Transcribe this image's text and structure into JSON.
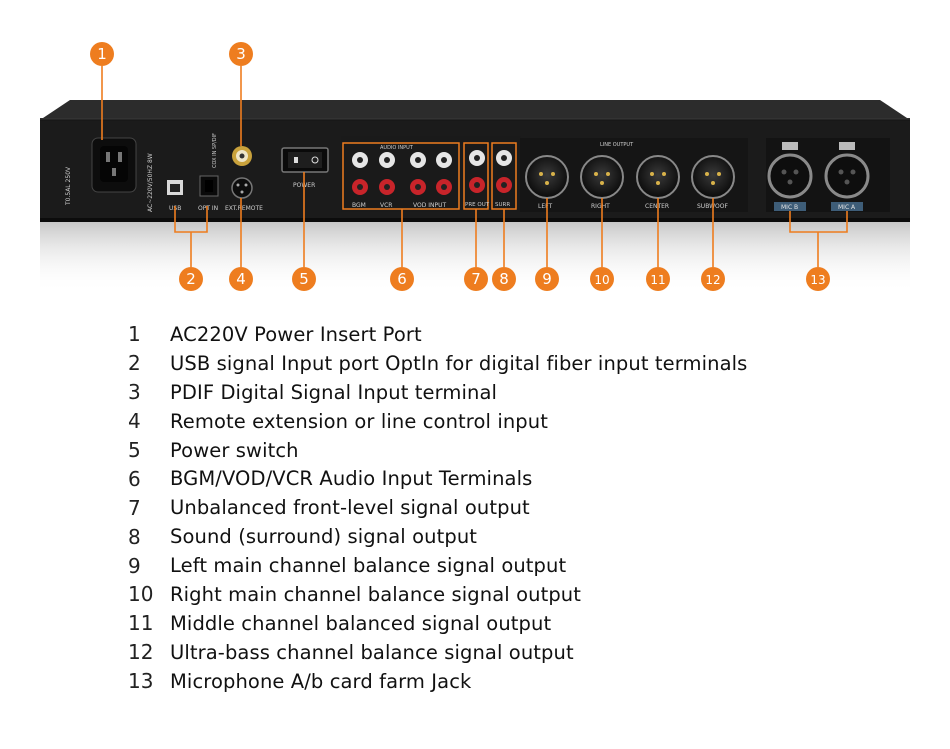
{
  "panel": {
    "labels": {
      "fuse": "T0.5AL 250V",
      "mains": "AC~220V/50HZ 8W",
      "usb": "USB",
      "opt_in": "OPT IN",
      "coax_in": "COX IN SP/DIF",
      "ext_remote": "EXT.REMOTE",
      "power": "POWER",
      "audio_input": "AUDIO INPUT",
      "bgm": "BGM",
      "vcr": "VCR",
      "vod_input": "VOD INPUT",
      "pre_out": "PRE OUT",
      "surr": "SURR",
      "line_output": "LINE OUTPUT",
      "left": "LEFT",
      "right": "RIGHT",
      "center": "CENTER",
      "subwoof": "SUBWOOF",
      "mic_b": "MIC B",
      "mic_a": "MIC A"
    }
  },
  "callouts": [
    "1",
    "2",
    "3",
    "4",
    "5",
    "6",
    "7",
    "8",
    "9",
    "10",
    "11",
    "12",
    "13"
  ],
  "colors": {
    "callout": "#ee7d1f",
    "panel": "#1c1c1c",
    "rca_red": "#c8242a"
  },
  "legend": [
    {
      "num": "1",
      "text": "AC220V Power Insert Port"
    },
    {
      "num": "2",
      "text": "USB signal Input port OptIn for digital fiber input terminals"
    },
    {
      "num": "3",
      "text": "PDIF Digital Signal Input terminal"
    },
    {
      "num": "4",
      "text": "Remote extension or line control input"
    },
    {
      "num": "5",
      "text": "Power switch"
    },
    {
      "num": "6",
      "text": "BGM/VOD/VCR Audio Input Terminals"
    },
    {
      "num": "7",
      "text": "Unbalanced front-level signal output"
    },
    {
      "num": "8",
      "text": "Sound (surround) signal output"
    },
    {
      "num": "9",
      "text": "Left main channel balance signal output"
    },
    {
      "num": "10",
      "text": "Right main channel balance signal output"
    },
    {
      "num": "11",
      "text": "Middle channel balanced signal output"
    },
    {
      "num": "12",
      "text": "Ultra-bass channel balance signal output"
    },
    {
      "num": "13",
      "text": "Microphone A/b card farm Jack"
    }
  ]
}
